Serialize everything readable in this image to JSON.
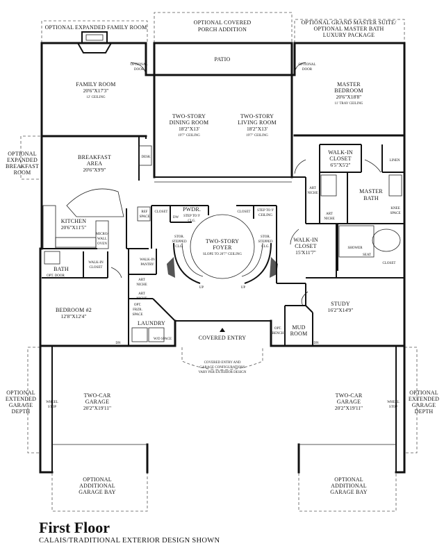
{
  "title": "First Floor",
  "subtitle": "CALAIS/TRADITIONAL EXTERIOR DESIGN SHOWN",
  "rooms": [
    {
      "name": "OPTIONAL EXPANDED FAMILY ROOM"
    },
    {
      "name": "OPTIONAL COVERED",
      "name2": "PORCH ADDITION"
    },
    {
      "name": "OPTIONAL GRAND MASTER SUITE/",
      "name2": "OPTIONAL MASTER BATH",
      "name3": "LUXURY PACKAGE"
    },
    {
      "name": "PATIO"
    },
    {
      "name": "OPTIONAL",
      "name2": "DOOR"
    },
    {
      "name": "OPTIONAL",
      "name2": "DOOR"
    },
    {
      "name": "FAMILY ROOM",
      "dim": "20'6\"X17'3\"",
      "note": "12' CEILING"
    },
    {
      "name": "TWO-STORY",
      "name2": "DINING ROOM",
      "dim": "18'2\"X13'",
      "note": "19'7\" CEILING"
    },
    {
      "name": "TWO-STORY",
      "name2": "LIVING ROOM",
      "dim": "18'2\"X13'",
      "note": "19'7\" CEILING"
    },
    {
      "name": "MASTER",
      "name2": "BEDROOM",
      "dim": "20'6\"X18'8\"",
      "note": "11' TRAY CEILING"
    },
    {
      "name": "OPTIONAL",
      "name2": "EXPANDED",
      "name3": "BREAKFAST",
      "name4": "ROOM"
    },
    {
      "name": "BREAKFAST",
      "name2": "AREA",
      "dim": "20'6\"X9'9\""
    },
    {
      "name": "DESK"
    },
    {
      "name": "WALK-IN",
      "name2": "CLOSET",
      "dim": "6'5\"X5'2\""
    },
    {
      "name": "LINEN"
    },
    {
      "name": "ART",
      "name2": "NICHE"
    },
    {
      "name": "MASTER",
      "name2": "BATH"
    },
    {
      "name": "KITCHEN",
      "dim": "20'6\"X11'5\""
    },
    {
      "name": "REF",
      "name2": "SPACE"
    },
    {
      "name": "CLOSET"
    },
    {
      "name": "PWDR."
    },
    {
      "name": "STEP TO 9'",
      "name2": "CLG."
    },
    {
      "name": "DW"
    },
    {
      "name": "CLOSET"
    },
    {
      "name": "STEP TO 9'",
      "name2": "CEILING"
    },
    {
      "name": "ART",
      "name2": "NICHE"
    },
    {
      "name": "KNEE",
      "name2": "SPACE"
    },
    {
      "name": "MICRO/",
      "name2": "WALL",
      "name3": "OVEN"
    },
    {
      "name": "STOR.",
      "name2": "STEPPED",
      "name3": "CLG."
    },
    {
      "name": "TWO-STORY",
      "name2": "FOYER",
      "note": "SLOPE TO 20'7\" CEILING"
    },
    {
      "name": "STOR.",
      "name2": "STEPPED",
      "name3": "CLG."
    },
    {
      "name": "WALK-IN",
      "name2": "CLOSET",
      "dim": "15'X11'7\""
    },
    {
      "name": "SHOWER"
    },
    {
      "name": "SEAT"
    },
    {
      "name": "CLOSET"
    },
    {
      "name": "BATH"
    },
    {
      "name": "OPT. DOOR"
    },
    {
      "name": "WALK-IN",
      "name2": "CLOSET"
    },
    {
      "name": "WALK-IN",
      "name2": "PANTRY"
    },
    {
      "name": "ART",
      "name2": "NICHE"
    },
    {
      "name": "ART",
      "name2": "NICHE"
    },
    {
      "name": "BEDROOM #2",
      "dim": "12'8\"X12'4\""
    },
    {
      "name": "OPT.",
      "name2": "FRZR.",
      "name3": "SPACE"
    },
    {
      "name": "LAUNDRY"
    },
    {
      "name": "W/D SPACE"
    },
    {
      "name": "STUDY",
      "dim": "16'2\"X14'9\""
    },
    {
      "name": "MUD",
      "name2": "ROOM"
    },
    {
      "name": "OPT.",
      "name2": "BENCH"
    },
    {
      "name": "COVERED ENTRY"
    },
    {
      "name": "COVERED ENTRY AND",
      "name2": "GARAGE CONFIGURATIONS",
      "name3": "VARY PER EXTERIOR DESIGN"
    },
    {
      "name": "OPTIONAL",
      "name2": "EXTENDED",
      "name3": "GARAGE",
      "name4": "DEPTH"
    },
    {
      "name": "WHEEL",
      "name2": "STOP"
    },
    {
      "name": "TWO-CAR",
      "name2": "GARAGE",
      "dim": "20'2\"X19'11\""
    },
    {
      "name": "TWO-CAR",
      "name2": "GARAGE",
      "dim": "20'2\"X19'11\""
    },
    {
      "name": "WHEEL",
      "name2": "STOP"
    },
    {
      "name": "OPTIONAL",
      "name2": "EXTENDED",
      "name3": "GARAGE",
      "name4": "DEPTH"
    },
    {
      "name": "OPTIONAL",
      "name2": "ADDITIONAL",
      "name3": "GARAGE BAY"
    },
    {
      "name": "OPTIONAL",
      "name2": "ADDITIONAL",
      "name3": "GARAGE BAY"
    }
  ],
  "marks": {
    "up": "UP",
    "dn": "DN"
  }
}
